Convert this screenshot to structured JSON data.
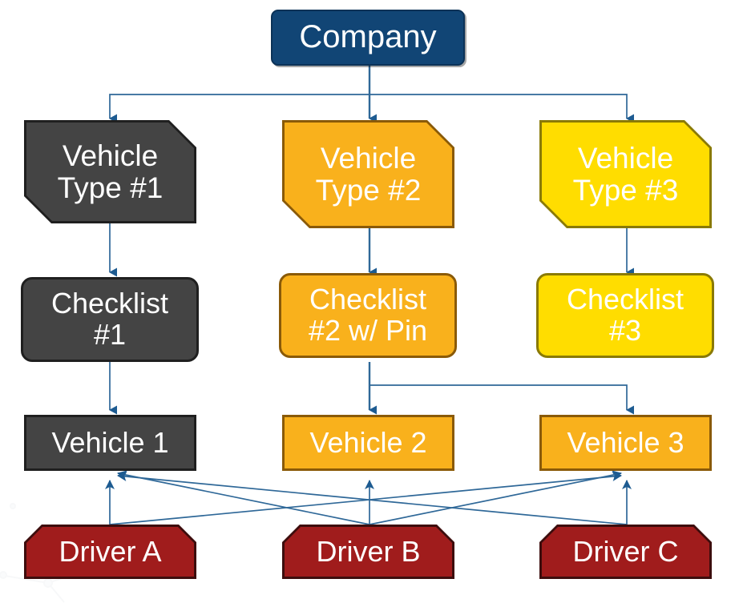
{
  "diagram": {
    "title": "Company fleet hierarchy",
    "background": "#ffffff",
    "edge_color": "#2f6898",
    "palette": {
      "navy_fill": "#114575",
      "navy_border": "#0b3257",
      "gray_fill": "#444444",
      "gray_border": "#1f1f1f",
      "orange_fill": "#F9B11C",
      "orange_border": "#8a5a08",
      "yellow_fill": "#FFDD00",
      "yellow_border": "#8a7a06",
      "red_fill": "#A01C1C",
      "red_border": "#3d0d0d",
      "text_color": "#ffffff"
    }
  },
  "nodes": {
    "company": {
      "label": "Company",
      "shape": "rounded-rectangle",
      "color": "navy"
    },
    "type1": {
      "label": "Vehicle\nType #1",
      "shape": "chamfered-octagon",
      "color": "gray"
    },
    "type2": {
      "label": "Vehicle\nType #2",
      "shape": "chamfered-octagon",
      "color": "orange"
    },
    "type3": {
      "label": "Vehicle\nType #3",
      "shape": "chamfered-octagon",
      "color": "yellow"
    },
    "checklist1": {
      "label": "Checklist\n#1",
      "shape": "rounded-rectangle",
      "color": "gray"
    },
    "checklist2": {
      "label": "Checklist\n#2 w/ Pin",
      "shape": "rounded-rectangle",
      "color": "orange"
    },
    "checklist3": {
      "label": "Checklist\n#3",
      "shape": "rounded-rectangle",
      "color": "yellow"
    },
    "vehicle1": {
      "label": "Vehicle 1",
      "shape": "rectangle",
      "color": "gray"
    },
    "vehicle2": {
      "label": "Vehicle 2",
      "shape": "rectangle",
      "color": "orange"
    },
    "vehicle3": {
      "label": "Vehicle 3",
      "shape": "rectangle",
      "color": "orange"
    },
    "driverA": {
      "label": "Driver A",
      "shape": "chamfered-top",
      "color": "red"
    },
    "driverB": {
      "label": "Driver B",
      "shape": "chamfered-top",
      "color": "red"
    },
    "driverC": {
      "label": "Driver C",
      "shape": "chamfered-top",
      "color": "red"
    }
  },
  "edges": [
    {
      "from": "company",
      "to": "type1",
      "style": "elbow-down"
    },
    {
      "from": "company",
      "to": "type2",
      "style": "straight-down"
    },
    {
      "from": "company",
      "to": "type3",
      "style": "elbow-down"
    },
    {
      "from": "type1",
      "to": "checklist1",
      "style": "straight-down"
    },
    {
      "from": "type2",
      "to": "checklist2",
      "style": "straight-down"
    },
    {
      "from": "type3",
      "to": "checklist3",
      "style": "straight-down"
    },
    {
      "from": "checklist1",
      "to": "vehicle1",
      "style": "straight-down"
    },
    {
      "from": "checklist2",
      "to": "vehicle2",
      "style": "straight-down"
    },
    {
      "from": "checklist2",
      "to": "vehicle3",
      "style": "elbow-down"
    },
    {
      "from": "driverA",
      "to": "vehicle1",
      "style": "straight-up"
    },
    {
      "from": "driverA",
      "to": "vehicle3",
      "style": "diagonal-up"
    },
    {
      "from": "driverB",
      "to": "vehicle1",
      "style": "diagonal-up"
    },
    {
      "from": "driverB",
      "to": "vehicle2",
      "style": "straight-up"
    },
    {
      "from": "driverB",
      "to": "vehicle3",
      "style": "diagonal-up"
    },
    {
      "from": "driverC",
      "to": "vehicle1",
      "style": "diagonal-up"
    },
    {
      "from": "driverC",
      "to": "vehicle3",
      "style": "straight-up"
    }
  ]
}
